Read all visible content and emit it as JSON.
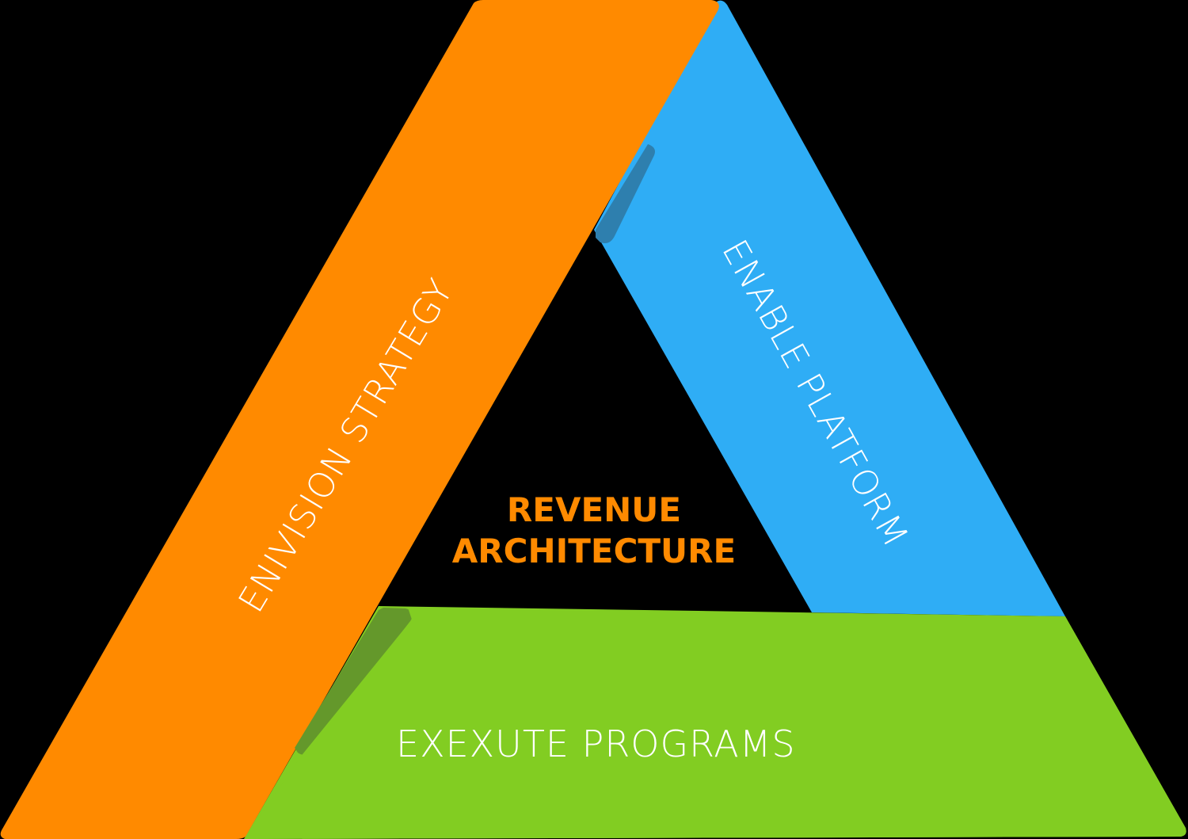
{
  "diagram": {
    "type": "impossible-triangle",
    "center_title": {
      "line1": "REVENUE",
      "line2": "ARCHITECTURE",
      "color": "#FF8A00"
    },
    "bands": [
      {
        "id": "envision",
        "label": "ENIVISION STRATEGY",
        "color": "#FF8A00",
        "position": "left"
      },
      {
        "id": "enable",
        "label": "ENABLE PLATFORM",
        "color": "#2FADF5",
        "position": "right"
      },
      {
        "id": "execute",
        "label": "EXEXUTE PROGRAMS",
        "color": "#82CD22",
        "position": "bottom"
      }
    ],
    "background": "#000000",
    "shadow_colors": {
      "blue_fold": "#2E7FAE",
      "green_fold": "#64982B"
    }
  }
}
